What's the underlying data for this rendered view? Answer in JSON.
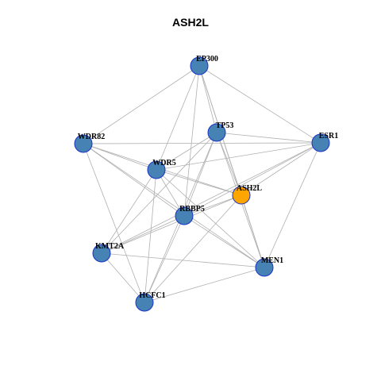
{
  "title": "ASH2L",
  "colors": {
    "node": "#4682b4",
    "focus": "#ffa500",
    "border": "#1a33c8",
    "edge": "#b0b0b0"
  },
  "nodes": [
    {
      "id": "EP300",
      "label": "EP300",
      "focus": false
    },
    {
      "id": "TP53",
      "label": "TP53",
      "focus": false
    },
    {
      "id": "ESR1",
      "label": "ESR1",
      "focus": false
    },
    {
      "id": "WDR82",
      "label": "WDR82",
      "focus": false
    },
    {
      "id": "WDR5",
      "label": "WDR5",
      "focus": false
    },
    {
      "id": "ASH2L",
      "label": "ASH2L",
      "focus": true
    },
    {
      "id": "RBBP5",
      "label": "RBBP5",
      "focus": false
    },
    {
      "id": "KMT2A",
      "label": "KMT2A",
      "focus": false
    },
    {
      "id": "MEN1",
      "label": "MEN1",
      "focus": false
    },
    {
      "id": "HCFC1",
      "label": "HCFC1",
      "focus": false
    }
  ],
  "edges": [
    [
      "EP300",
      "WDR82"
    ],
    [
      "EP300",
      "ESR1"
    ],
    [
      "EP300",
      "TP53"
    ],
    [
      "EP300",
      "WDR5"
    ],
    [
      "EP300",
      "RBBP5"
    ],
    [
      "EP300",
      "ASH2L"
    ],
    [
      "EP300",
      "MEN1"
    ],
    [
      "WDR82",
      "ESR1"
    ],
    [
      "WDR82",
      "WDR5"
    ],
    [
      "WDR82",
      "RBBP5"
    ],
    [
      "WDR82",
      "ASH2L"
    ],
    [
      "WDR82",
      "MEN1"
    ],
    [
      "WDR82",
      "HCFC1"
    ],
    [
      "TP53",
      "ESR1"
    ],
    [
      "TP53",
      "WDR5"
    ],
    [
      "TP53",
      "RBBP5"
    ],
    [
      "TP53",
      "ASH2L"
    ],
    [
      "TP53",
      "KMT2A"
    ],
    [
      "TP53",
      "HCFC1"
    ],
    [
      "TP53",
      "MEN1"
    ],
    [
      "ESR1",
      "WDR5"
    ],
    [
      "ESR1",
      "RBBP5"
    ],
    [
      "ESR1",
      "ASH2L"
    ],
    [
      "ESR1",
      "MEN1"
    ],
    [
      "ESR1",
      "KMT2A"
    ],
    [
      "WDR5",
      "ASH2L"
    ],
    [
      "WDR5",
      "RBBP5"
    ],
    [
      "WDR5",
      "KMT2A"
    ],
    [
      "WDR5",
      "HCFC1"
    ],
    [
      "WDR5",
      "MEN1"
    ],
    [
      "ASH2L",
      "RBBP5"
    ],
    [
      "ASH2L",
      "KMT2A"
    ],
    [
      "ASH2L",
      "HCFC1"
    ],
    [
      "ASH2L",
      "MEN1"
    ],
    [
      "RBBP5",
      "KMT2A"
    ],
    [
      "RBBP5",
      "HCFC1"
    ],
    [
      "RBBP5",
      "MEN1"
    ],
    [
      "KMT2A",
      "MEN1"
    ],
    [
      "KMT2A",
      "HCFC1"
    ],
    [
      "MEN1",
      "HCFC1"
    ]
  ]
}
